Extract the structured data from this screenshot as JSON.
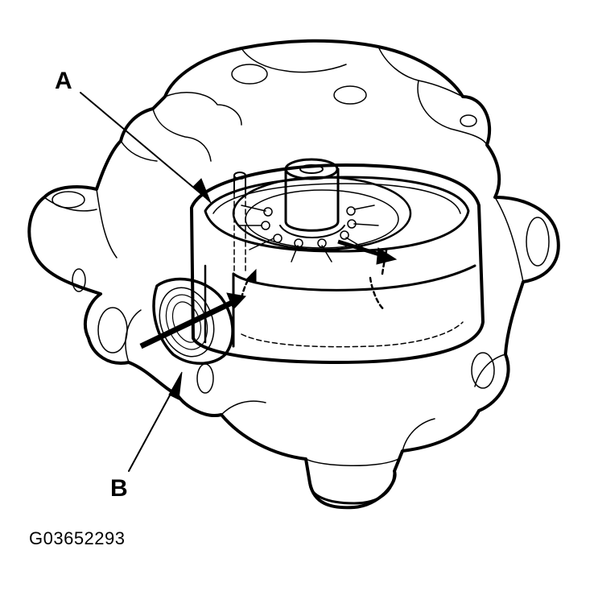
{
  "diagram": {
    "type": "technical-illustration",
    "subject": "pump housing with rotor/vane assembly and inlet port, showing fluid flow arrows",
    "callouts": [
      {
        "id": "A",
        "label": "A",
        "points_to": "inner ring / cam ring assembly"
      },
      {
        "id": "B",
        "label": "B",
        "points_to": "inlet port fitting"
      }
    ],
    "figure_id": "G03652293",
    "colors": {
      "line": "#000000",
      "background": "#ffffff"
    }
  }
}
